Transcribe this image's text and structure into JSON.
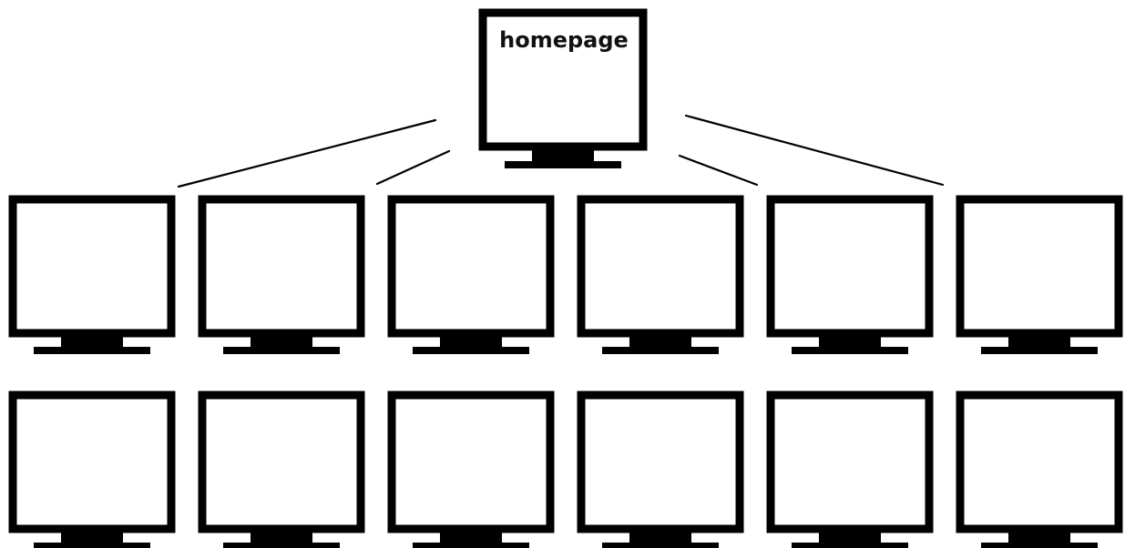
{
  "homepage": {
    "label": "homepage"
  },
  "pages": {
    "row1_count": 6,
    "row2_count": 6
  },
  "colors": {
    "outline": "#000000",
    "screen": "#ffffff"
  },
  "icons": {
    "monitor": "computer-monitor-icon"
  }
}
